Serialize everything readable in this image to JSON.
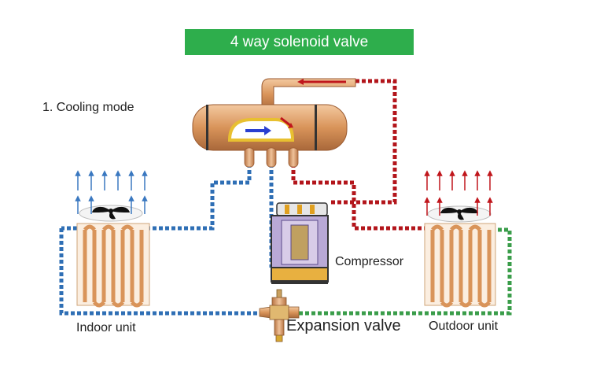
{
  "title": "4 way solenoid valve",
  "mode_label": "1. Cooling mode",
  "labels": {
    "compressor": "Compressor",
    "indoor_unit": "Indoor unit",
    "outdoor_unit": "Outdoor unit",
    "expansion_valve": "Expansion valve"
  },
  "colors": {
    "banner": "#2eae4c",
    "cold_pipe": "#2f6fb5",
    "hot_pipe": "#b3151b",
    "liquid_pipe": "#3a9d4a",
    "copper": "#d9945a",
    "cold_arrow": "#3a78c0",
    "hot_arrow": "#c0161c",
    "flow_arrow": "#2a3fd0"
  },
  "icons": [
    "fan-icon",
    "airflow-arrow-icon",
    "flow-direction-arrow-icon"
  ]
}
